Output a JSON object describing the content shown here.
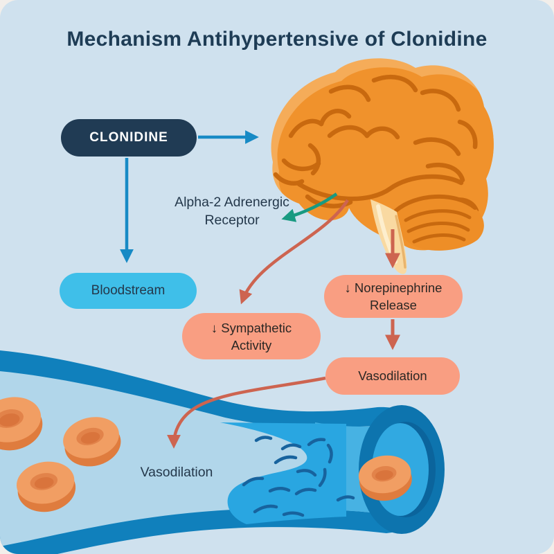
{
  "title": "Mechanism Antihypertensive of Clonidine",
  "nodes": {
    "clonidine": {
      "label": "CLONIDINE"
    },
    "bloodstream": {
      "label": "Bloodstream"
    },
    "alpha2_receptor": {
      "line1": "Alpha-2",
      "line2": "Adrenergic",
      "line3": "Receptor"
    },
    "sympathetic_activity": {
      "line1": "↓ Sympathetic",
      "line2": "Activity"
    },
    "norepinephrine_release": {
      "line1": "↓ Norepinephrine",
      "line2": "Release"
    },
    "vasodilation": {
      "label": "Vasodilation"
    },
    "vessel_vasodilation": {
      "label": "Vasodilation"
    }
  },
  "icons": {
    "brain": "brain-illustration",
    "vessel": "blood-vessel-illustration",
    "blood_cell": "red-blood-cell-icon",
    "down_arrow_glyph": "↓"
  },
  "colors": {
    "background": "#cfe1ee",
    "title_text": "#1e3c55",
    "clonidine_bg": "#203b54",
    "clonidine_text": "#ffffff",
    "bloodstream_bg": "#3fbfe9",
    "salmon_bg": "#f99e82",
    "pill_dark_text": "#2b2724",
    "dark_navy_text": "#24384b",
    "blue_arrow": "#178ac5",
    "red_arrow": "#cd6450",
    "teal_arrow": "#189a81",
    "brain_light": "#f5ac59",
    "brain_main": "#f0922c",
    "brain_lines": "#c8690f",
    "brainstem": "#f9d9a1",
    "vessel_wall": "#1080bc",
    "vessel_lumen": "#b1d6ea",
    "flow_cyan_bright": "#29a6e1",
    "flow_cyan_soft": "#47b2e3",
    "flow_dashes": "#17639e",
    "cell_body": "#f19e63",
    "cell_shade": "#df7c3e"
  }
}
